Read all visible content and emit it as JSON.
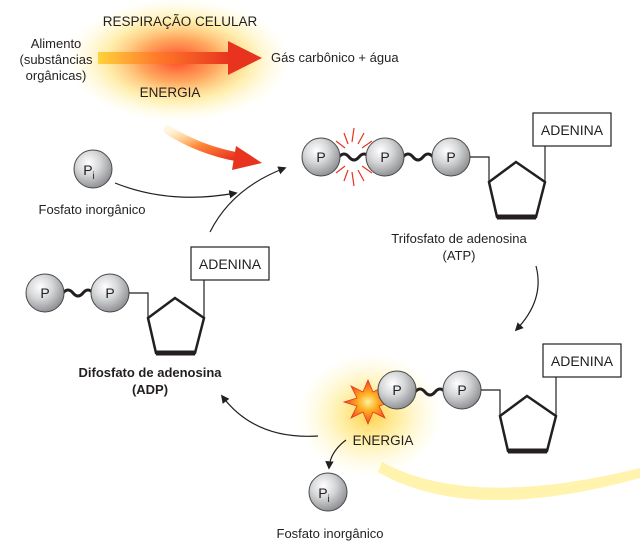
{
  "top": {
    "process": "RESPIRAÇÃO CELULAR",
    "food_lines": [
      "Alimento",
      "(substâncias",
      "orgânicas)"
    ],
    "products": "Gás carbônico + água",
    "energy": "ENERGIA"
  },
  "phosphate_symbol": "P",
  "pi_symbol": "P",
  "pi_subscript": "i",
  "inorganic_phosphate_top": "Fosfato inorgânico",
  "inorganic_phosphate_bottom": "Fosfato inorgânico",
  "atp": {
    "name": "Trifosfato de adenosina",
    "abbr": "(ATP)",
    "adenine": "ADENINA"
  },
  "atp_lower": {
    "adenine": "ADENINA",
    "energy": "ENERGIA"
  },
  "adp": {
    "name": "Difosfato de adenosina",
    "abbr": "(ADP)",
    "adenine": "ADENINA"
  },
  "colors": {
    "accent_red": "#e8432e",
    "glow_yellow": "#fff27a",
    "ring": "#231f20"
  }
}
